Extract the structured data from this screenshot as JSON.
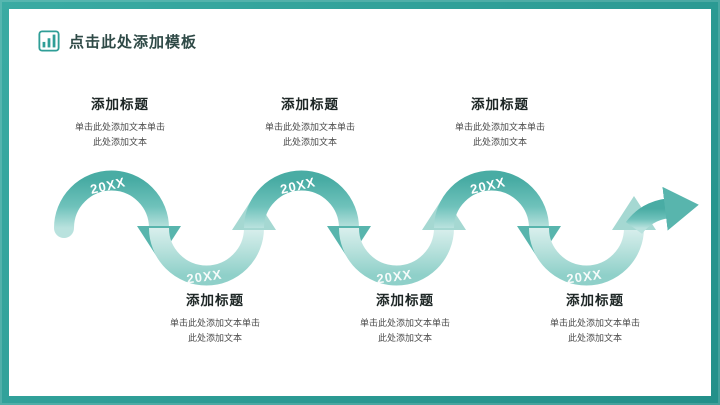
{
  "slide": {
    "title": "点击此处添加模板"
  },
  "colors": {
    "frame_teal": "#2d9c95",
    "arc_teal_dark": "#49aca4",
    "arc_teal_light": "#a5d8d2",
    "title_color": "#2f4a47",
    "heading_color": "#1e2726",
    "body_color": "#4a4a4a"
  },
  "wave": {
    "top_labels": [
      "20XX",
      "20XX",
      "20XX"
    ],
    "bottom_labels": [
      "20XX",
      "20XX",
      "20XX"
    ]
  },
  "items_top": [
    {
      "heading": "添加标题",
      "body1": "单击此处添加文本单击",
      "body2": "此处添加文本"
    },
    {
      "heading": "添加标题",
      "body1": "单击此处添加文本单击",
      "body2": "此处添加文本"
    },
    {
      "heading": "添加标题",
      "body1": "单击此处添加文本单击",
      "body2": "此处添加文本"
    }
  ],
  "items_bottom": [
    {
      "heading": "添加标题",
      "body1": "单击此处添加文本单击",
      "body2": "此处添加文本"
    },
    {
      "heading": "添加标题",
      "body1": "单击此处添加文本单击",
      "body2": "此处添加文本"
    },
    {
      "heading": "添加标题",
      "body1": "单击此处添加文本单击",
      "body2": "此处添加文本"
    }
  ]
}
